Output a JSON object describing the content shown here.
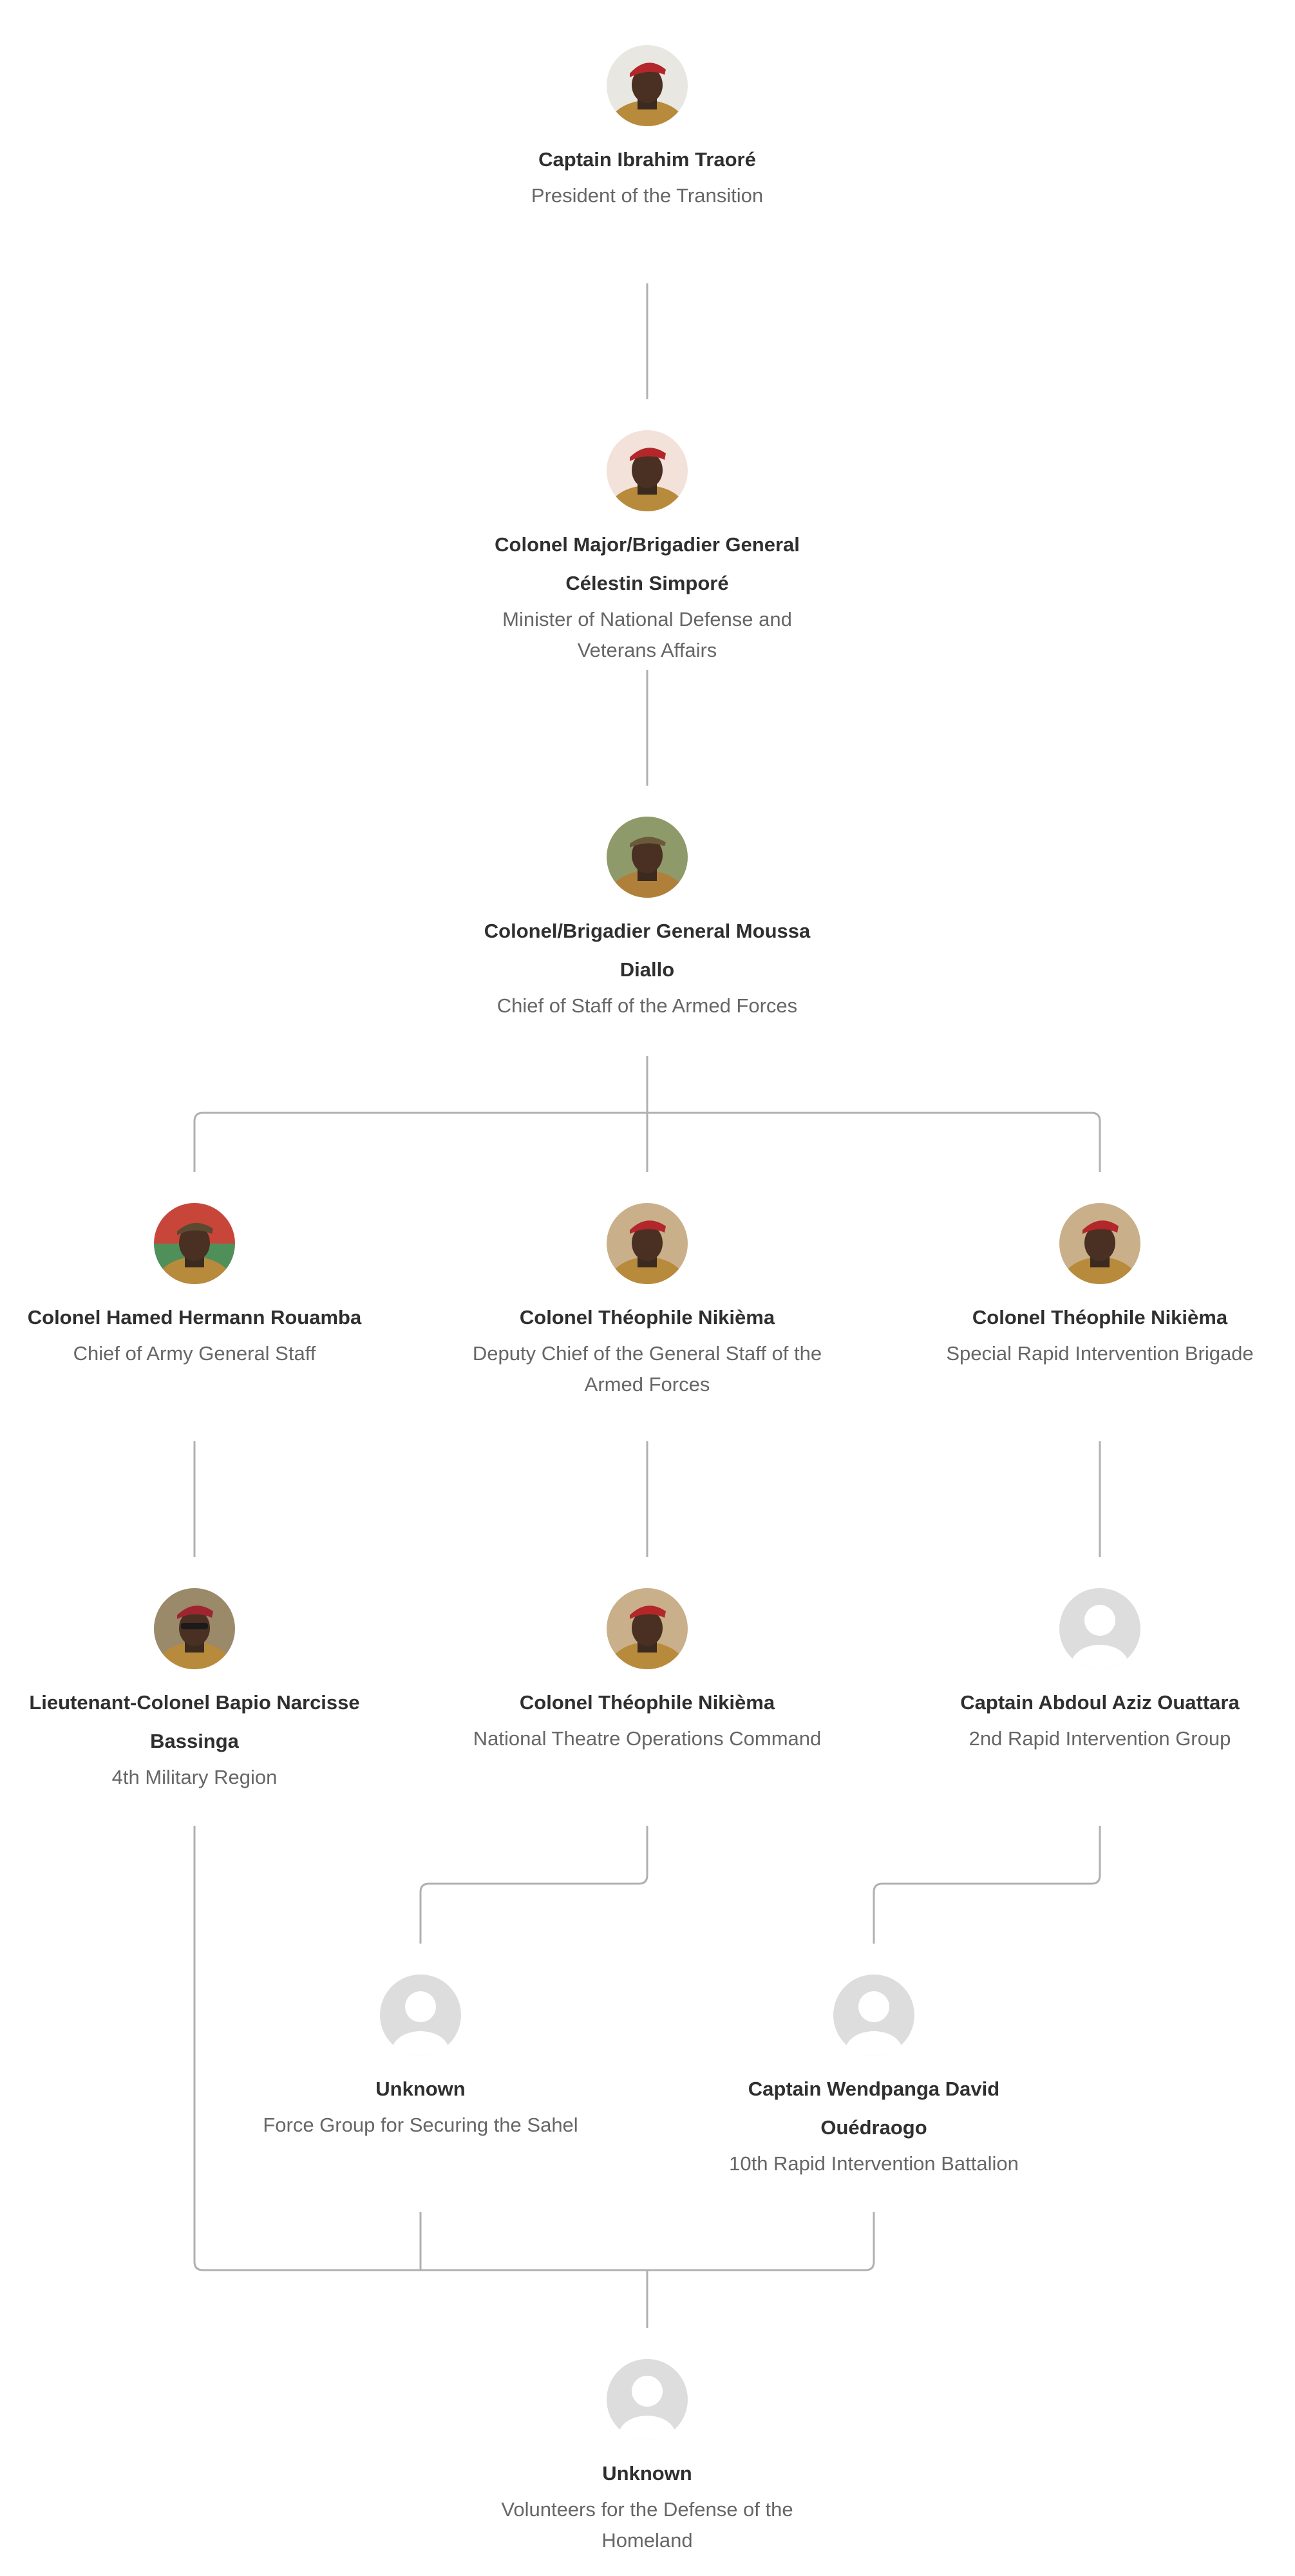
{
  "colors": {
    "line": "#b0b0b0",
    "name_text": "#2f2f2f",
    "role_text": "#666666",
    "placeholder_bg": "#dddddd",
    "placeholder_fg": "#ffffff",
    "beret_red": "#b3262a",
    "uniform_camo": "#b88a3c"
  },
  "nodes": {
    "traore": {
      "name": "Captain Ibrahim Traoré",
      "role": "President of the Transition",
      "avatar": "photo-portrait-icon"
    },
    "simpore": {
      "name": "Colonel Major/Brigadier General Célestin Simporé",
      "role": "Minister of National Defense and Veterans Affairs",
      "avatar": "photo-portrait-icon"
    },
    "diallo": {
      "name": "Colonel/Brigadier General Moussa Diallo",
      "role": "Chief of Staff of the Armed Forces",
      "avatar": "photo-portrait-icon"
    },
    "rouamba": {
      "name": "Colonel Hamed Hermann Rouamba",
      "role": "Chief of Army General Staff",
      "avatar": "photo-portrait-icon"
    },
    "nikiema_deputy": {
      "name": "Colonel Théophile Nikièma",
      "role": "Deputy Chief of the General Staff of the Armed Forces",
      "avatar": "photo-portrait-icon"
    },
    "nikiema_brigade": {
      "name": "Colonel Théophile Nikièma",
      "role": "Special Rapid Intervention Brigade",
      "avatar": "photo-portrait-icon"
    },
    "bassinga": {
      "name": "Lieutenant-Colonel Bapio Narcisse Bassinga",
      "role": "4th Military Region",
      "avatar": "photo-portrait-icon"
    },
    "nikiema_theatre": {
      "name": "Colonel Théophile Nikièma",
      "role": "National Theatre Operations Command",
      "avatar": "photo-portrait-icon"
    },
    "ouattara": {
      "name": "Captain Abdoul Aziz Ouattara",
      "role": "2nd Rapid Intervention Group",
      "avatar": "user-placeholder-icon"
    },
    "unknown_sahel": {
      "name": "Unknown",
      "role": "Force Group for Securing the Sahel",
      "avatar": "user-placeholder-icon"
    },
    "ouedraogo": {
      "name": "Captain Wendpanga David Ouédraogo",
      "role": "10th Rapid Intervention Battalion",
      "avatar": "user-placeholder-icon"
    },
    "unknown_volunteers": {
      "name": "Unknown",
      "role": "Volunteers for the Defense of the Homeland",
      "avatar": "user-placeholder-icon"
    }
  }
}
